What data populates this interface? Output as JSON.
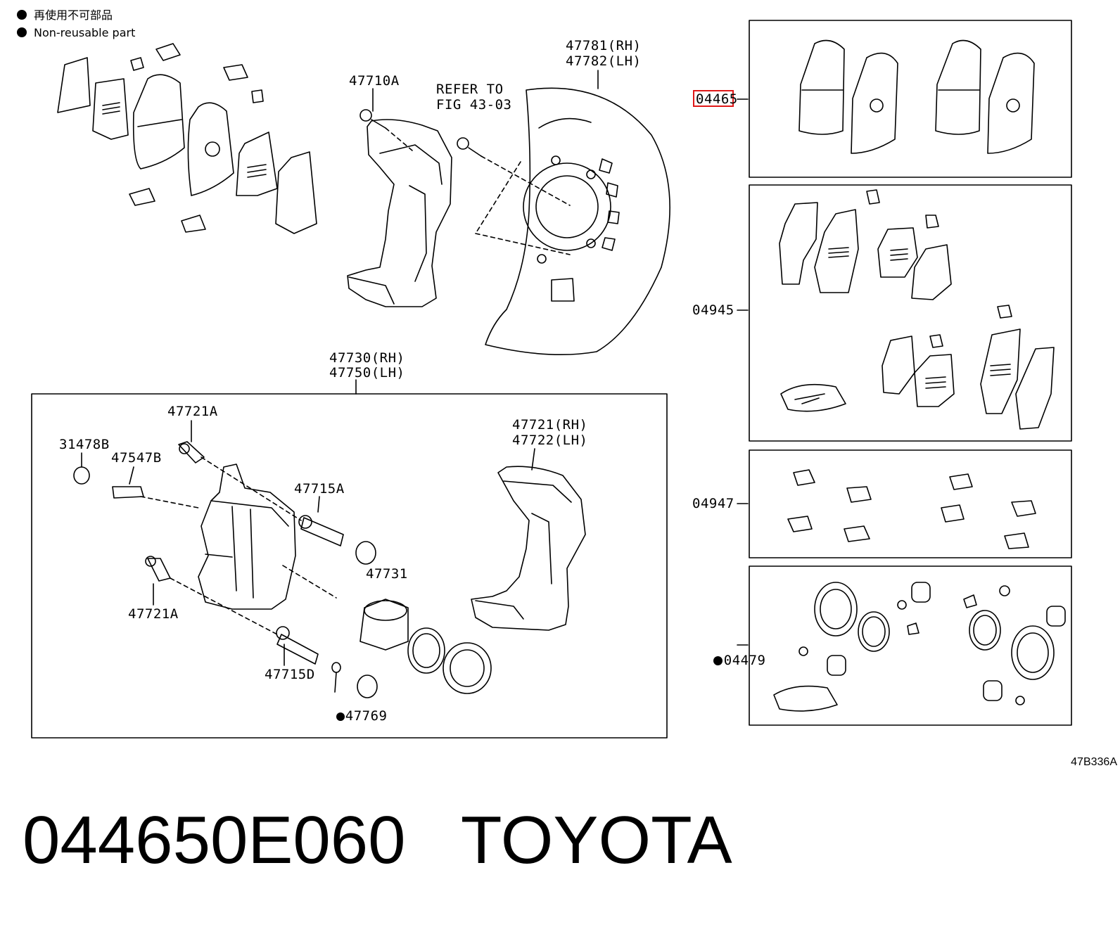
{
  "legend": {
    "japanese": "再使用不可部品",
    "english": "Non-reusable part"
  },
  "labels": {
    "p47781": "47781(RH)",
    "p47782": "47782(LH)",
    "p47710a": "47710A",
    "refer1": "REFER TO",
    "refer2": "FIG 43-03",
    "p47730": "47730(RH)",
    "p47750": "47750(LH)",
    "p47721a_top": "47721A",
    "p31478b": "31478B",
    "p47547b": "47547B",
    "p47715a": "47715A",
    "p47721": "47721(RH)",
    "p47722": "47722(LH)",
    "p47731": "47731",
    "p47721a_bottom": "47721A",
    "p47715d": "47715D",
    "p47769": "47769",
    "k04465": "04465",
    "k04945": "04945",
    "k04947": "04947",
    "k04479": "04479"
  },
  "figure_id": "47B336A",
  "caption": "044650E060   TOYOTA",
  "colors": {
    "highlight": "#e01818",
    "line": "#000000"
  }
}
